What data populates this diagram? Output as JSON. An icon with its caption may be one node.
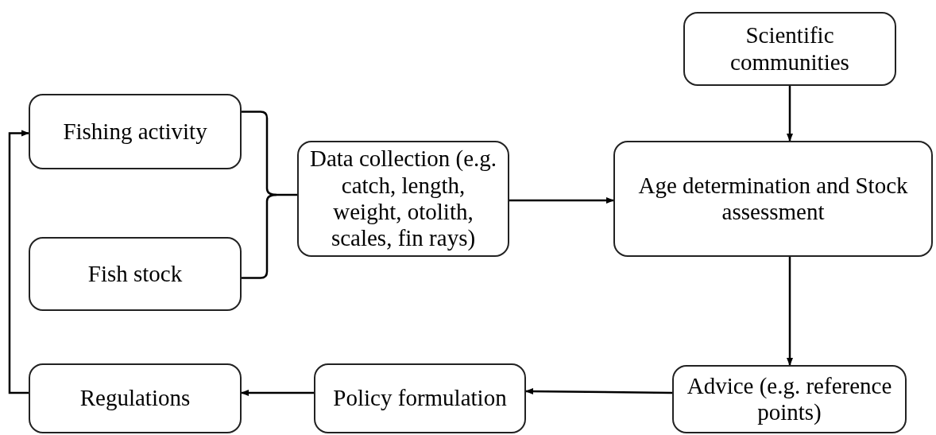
{
  "diagram": {
    "nodes": [
      {
        "text": [
          "Scientific communities"
        ]
      },
      {
        "text": [
          "Fishing activity"
        ]
      },
      {
        "text": [
          "Fish stock"
        ]
      },
      {
        "text": [
          "Data collection (e.g. catch, length, weight, otolith, scales, fin rays)"
        ]
      },
      {
        "text": [
          "Age determination and Stock assessment"
        ]
      },
      {
        "text": [
          "Regulations"
        ]
      },
      {
        "text": [
          "Policy formulation"
        ]
      },
      {
        "text": [
          "Advice (e.g. reference points)"
        ]
      }
    ],
    "edges": [
      {
        "from": 0,
        "to": 4,
        "arrow": "to"
      },
      {
        "from": 1,
        "to": 3,
        "arrow": "none"
      },
      {
        "from": 2,
        "to": 3,
        "arrow": "none"
      },
      {
        "from": 3,
        "to": 4,
        "arrow": "to"
      },
      {
        "from": 4,
        "to": 7,
        "arrow": "to"
      },
      {
        "from": 7,
        "to": 6,
        "arrow": "to"
      },
      {
        "from": 6,
        "to": 5,
        "arrow": "to"
      },
      {
        "from": 5,
        "to": 1,
        "arrow": "to"
      }
    ]
  }
}
